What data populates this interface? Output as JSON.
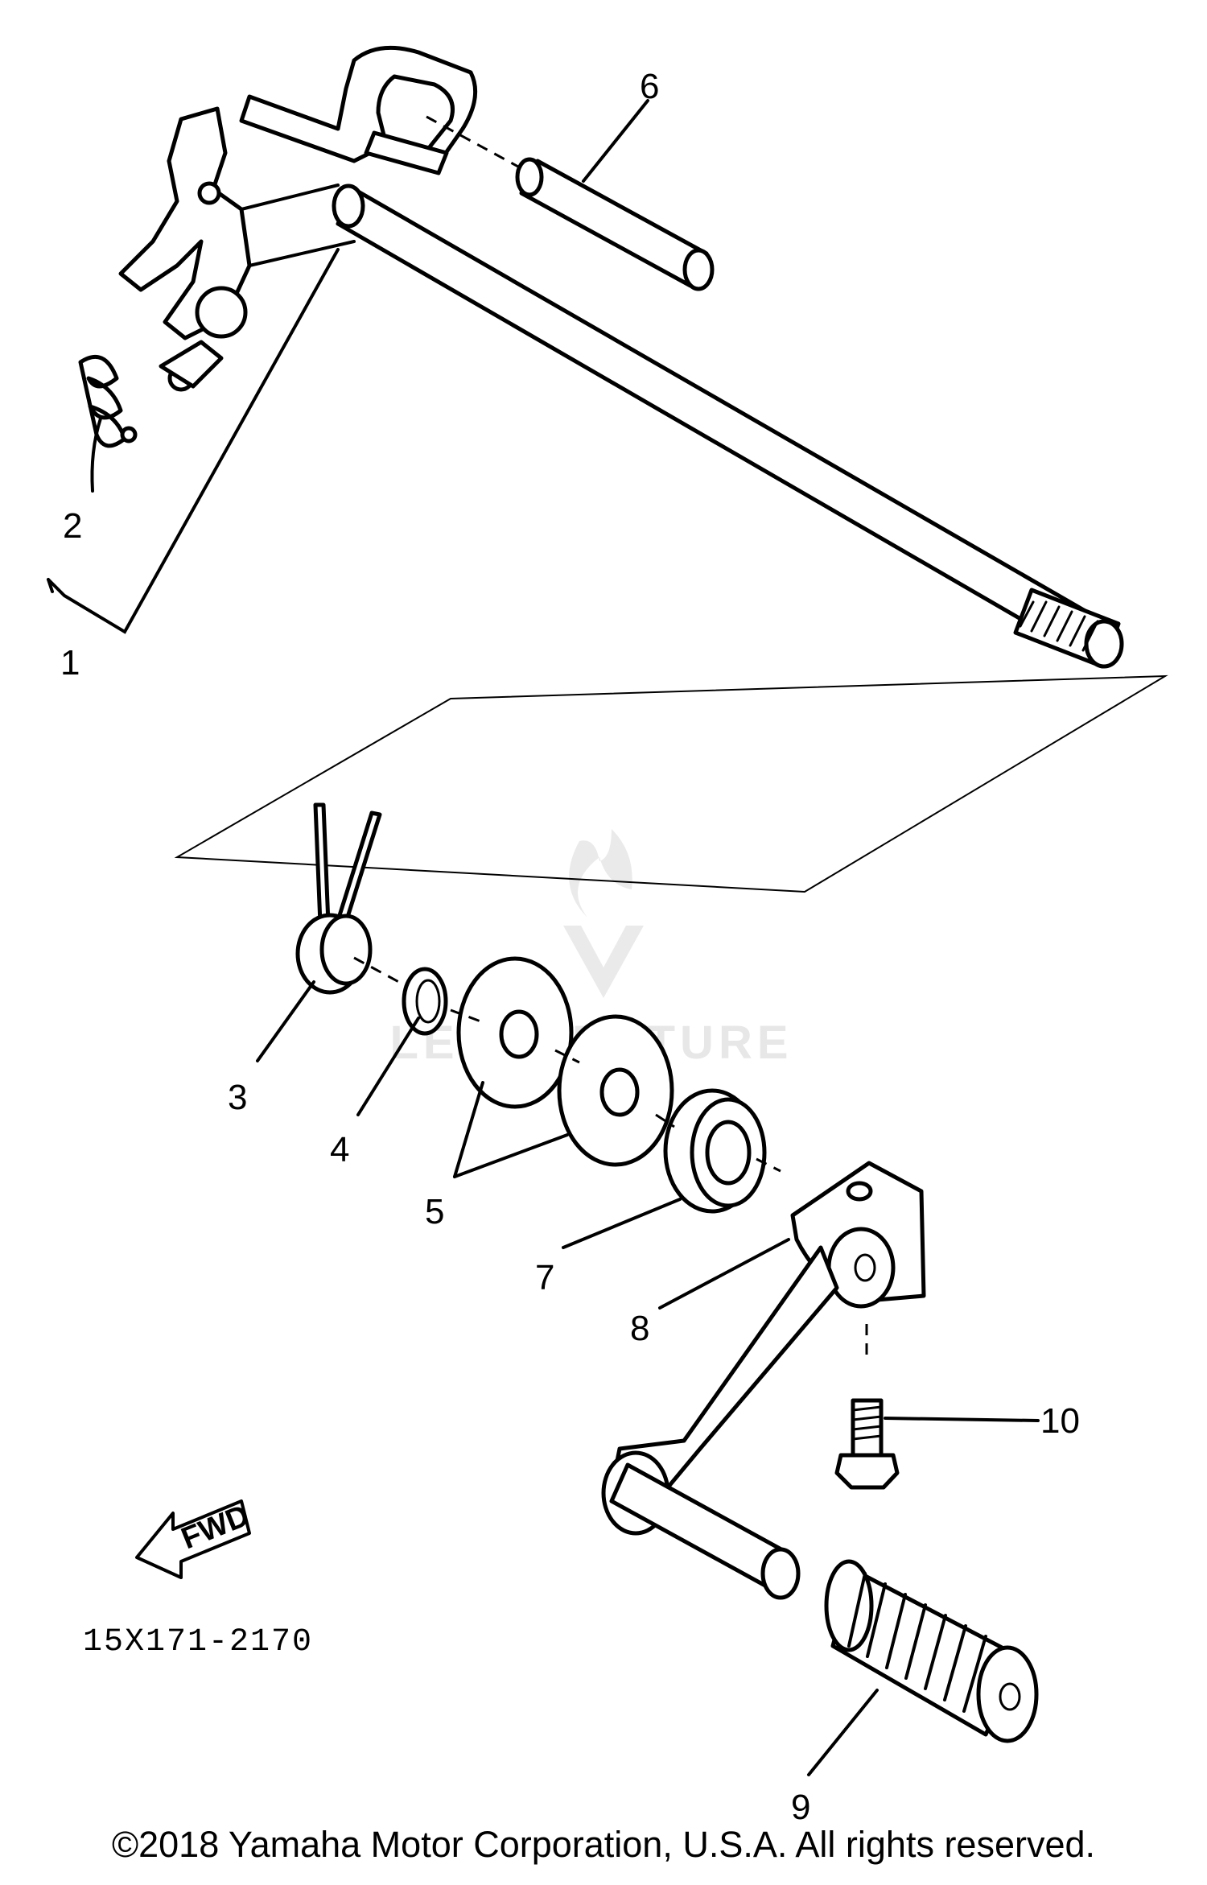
{
  "diagram": {
    "part_number_code": "15X171-2170",
    "direction_label": "FWD",
    "watermark": "LEADVENTURE",
    "callouts": [
      {
        "id": "1",
        "label": "1"
      },
      {
        "id": "2",
        "label": "2"
      },
      {
        "id": "3",
        "label": "3"
      },
      {
        "id": "4",
        "label": "4"
      },
      {
        "id": "5",
        "label": "5"
      },
      {
        "id": "6",
        "label": "6"
      },
      {
        "id": "7",
        "label": "7"
      },
      {
        "id": "8",
        "label": "8"
      },
      {
        "id": "9",
        "label": "9"
      },
      {
        "id": "10",
        "label": "10"
      }
    ]
  },
  "footer": {
    "copyright": "©2018 Yamaha Motor Corporation, U.S.A. All rights reserved."
  }
}
